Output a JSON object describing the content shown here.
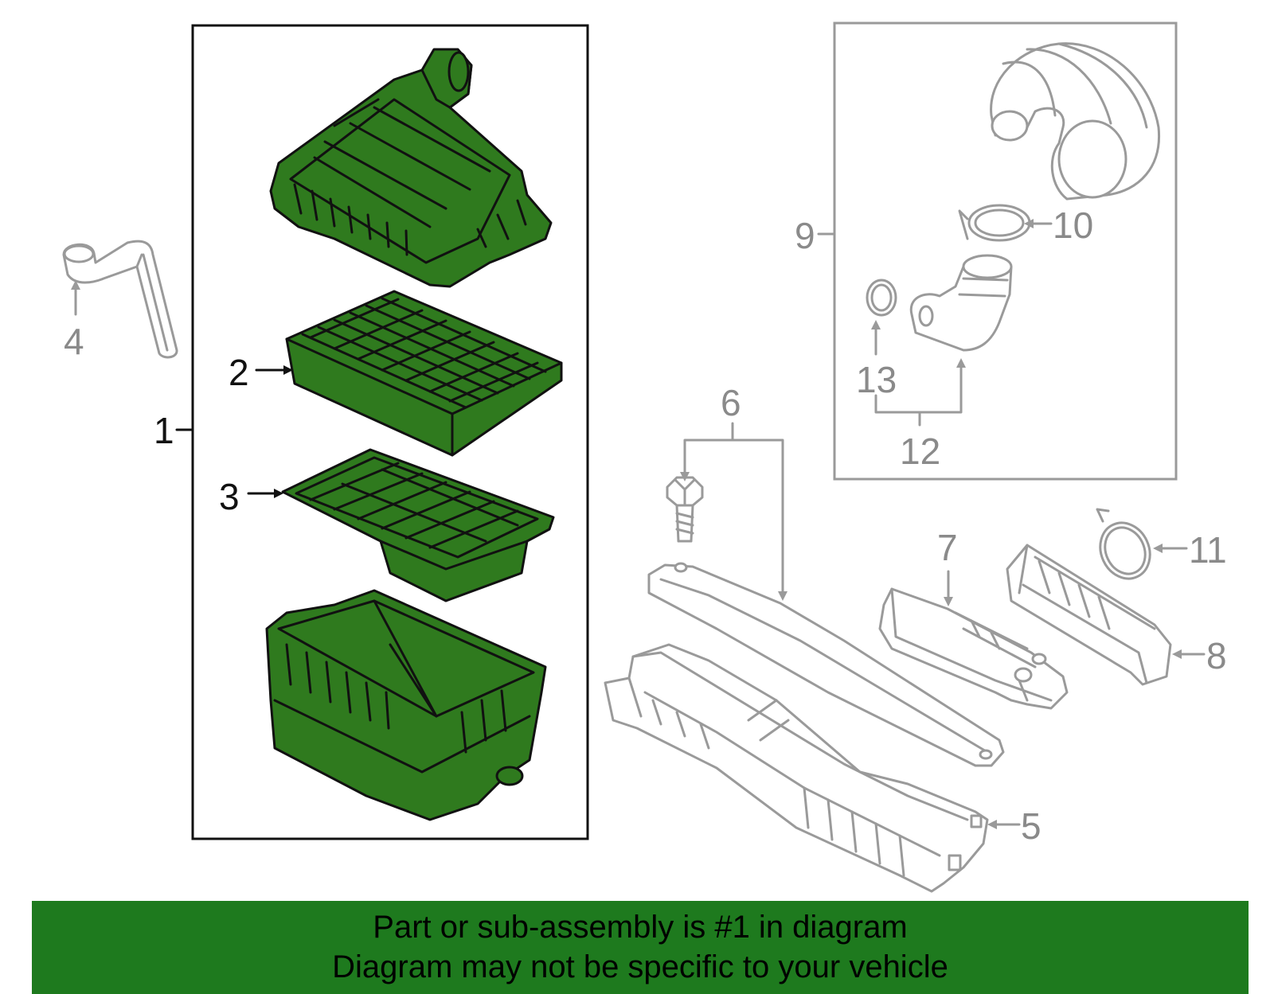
{
  "callouts": {
    "c1": "1",
    "c2": "2",
    "c3": "3",
    "c4": "4",
    "c5": "5",
    "c6": "6",
    "c7": "7",
    "c8": "8",
    "c9": "9",
    "c10": "10",
    "c11": "11",
    "c12": "12",
    "c13": "13"
  },
  "banner": {
    "line1": "Part or sub-assembly is #1 in diagram",
    "line2": "Diagram may not be specific to your vehicle"
  },
  "colors": {
    "highlight_part": "#2f7a1e",
    "banner_background": "#1e7a1e",
    "other_parts": "#9a9a9a"
  }
}
